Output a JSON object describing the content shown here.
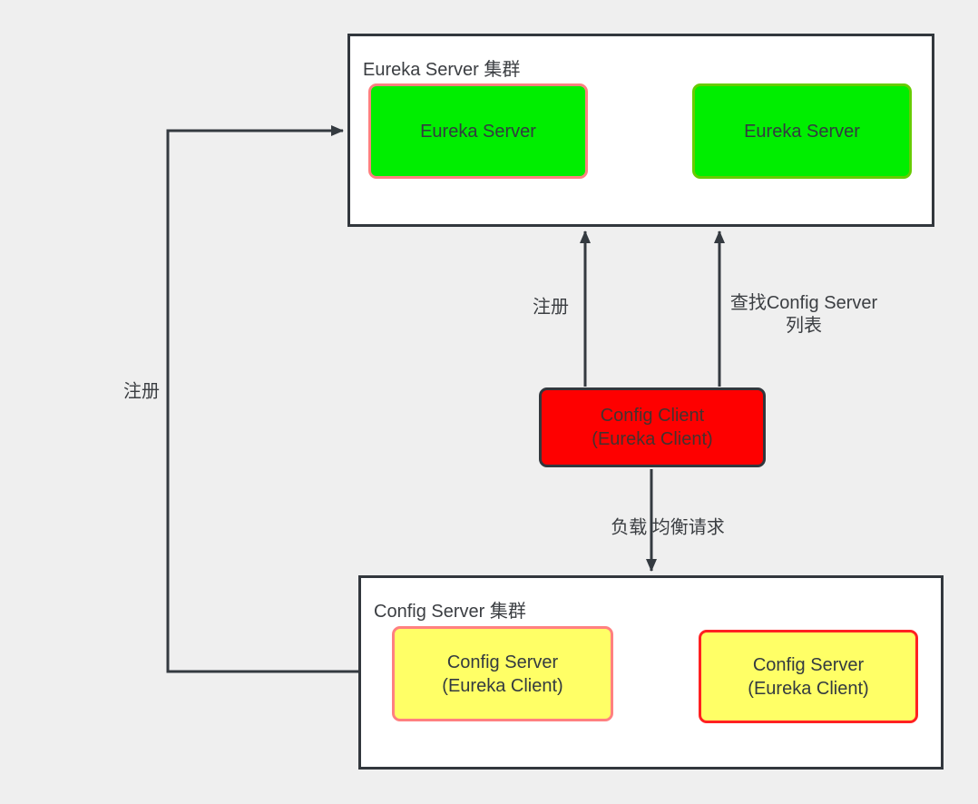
{
  "diagram": {
    "eureka_cluster": {
      "title": "Eureka Server 集群",
      "nodes": [
        {
          "label": "Eureka Server"
        },
        {
          "label": "Eureka Server"
        }
      ]
    },
    "config_client": {
      "line1": "Config Client",
      "line2": "(Eureka Client)"
    },
    "config_cluster": {
      "title": "Config Server 集群",
      "nodes": [
        {
          "line1": "Config Server",
          "line2": "(Eureka Client)"
        },
        {
          "line1": "Config Server",
          "line2": "(Eureka Client)"
        }
      ]
    },
    "edge_labels": {
      "register_mid": "注册",
      "lookup_line1": "查找Config Server",
      "lookup_line2": "列表",
      "load_balance": "负载 均衡请求",
      "register_left": "注册"
    }
  },
  "colors": {
    "background": "#efefef",
    "line": "#343a40",
    "container_fill": "#ffffff",
    "container_border": "#32373d",
    "green_fill": "#00ee00",
    "salmon_border": "#ff8080",
    "lime_border": "#66cc00",
    "red_fill": "#fe0000",
    "red_border": "#ff2121",
    "yellow_fill": "#ffff66",
    "text": "#3b3e42"
  }
}
